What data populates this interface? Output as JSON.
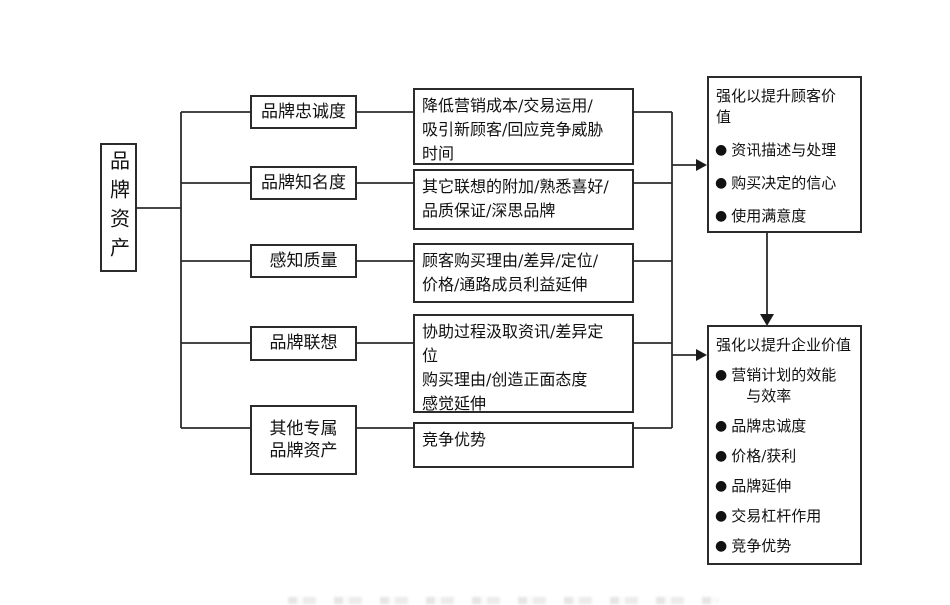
{
  "diagram": {
    "root": {
      "label": "品牌资产"
    },
    "rows": [
      {
        "label": "品牌忠诚度",
        "desc": "降低营销成本/交易运用/\n吸引新顾客/回应竞争威胁\n时间"
      },
      {
        "label": "品牌知名度",
        "desc": "其它联想的附加/熟悉喜好/\n品质保证/深思品牌"
      },
      {
        "label": "感知质量",
        "desc": "顾客购买理由/差异/定位/\n价格/通路成员利益延伸"
      },
      {
        "label": "品牌联想",
        "desc": "协助过程汲取资讯/差异定\n位\n购买理由/创造正面态度\n感觉延伸"
      },
      {
        "label": "其他专属\n品牌资产",
        "desc": "竞争优势"
      }
    ],
    "customer_value": {
      "title": "强化以提升顾客价\n值",
      "bullets": [
        "资讯描述与处理",
        "购买决定的信心",
        "使用满意度"
      ]
    },
    "company_value": {
      "title": "强化以提升企业价值",
      "bullets": [
        "营销计划的效能\n　与效率",
        "品牌忠诚度",
        "价格/获利",
        "品牌延伸",
        "交易杠杆作用",
        "竞争优势"
      ]
    },
    "bullet_glyph": "●",
    "colors": {
      "line": "#2b2b2b",
      "text": "#111111",
      "background": "#ffffff"
    }
  }
}
